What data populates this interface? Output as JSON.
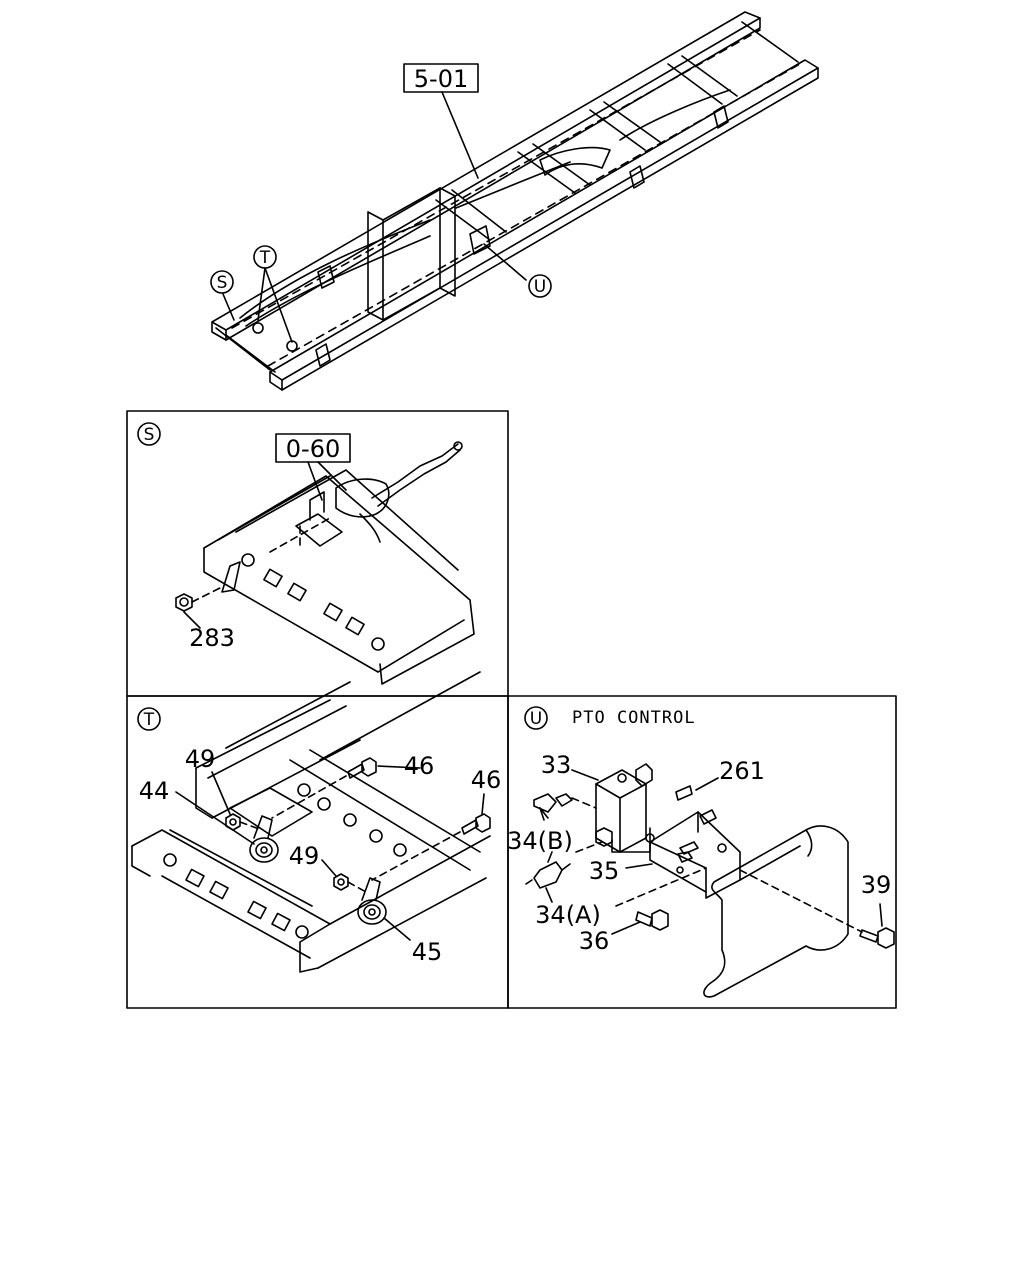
{
  "overview": {
    "ref_box": "5-01",
    "callouts": {
      "s": "S",
      "t": "T",
      "u": "U"
    }
  },
  "panel_s": {
    "marker": "S",
    "ref_box": "0-60",
    "parts": {
      "nut": "283"
    }
  },
  "panel_t": {
    "marker": "T",
    "parts": {
      "nut_upper": "49",
      "nut_lower": "49",
      "horn_left": "44",
      "horn_right": "45",
      "bolt_upper": "46",
      "bolt_right": "46"
    }
  },
  "panel_u": {
    "marker": "U",
    "title": "PTO CONTROL",
    "parts": {
      "valve": "33",
      "elbow": "34(B)",
      "tee": "34(A)",
      "bracket": "35",
      "bolt": "36",
      "plug": "261",
      "frame_bolt": "39"
    }
  }
}
